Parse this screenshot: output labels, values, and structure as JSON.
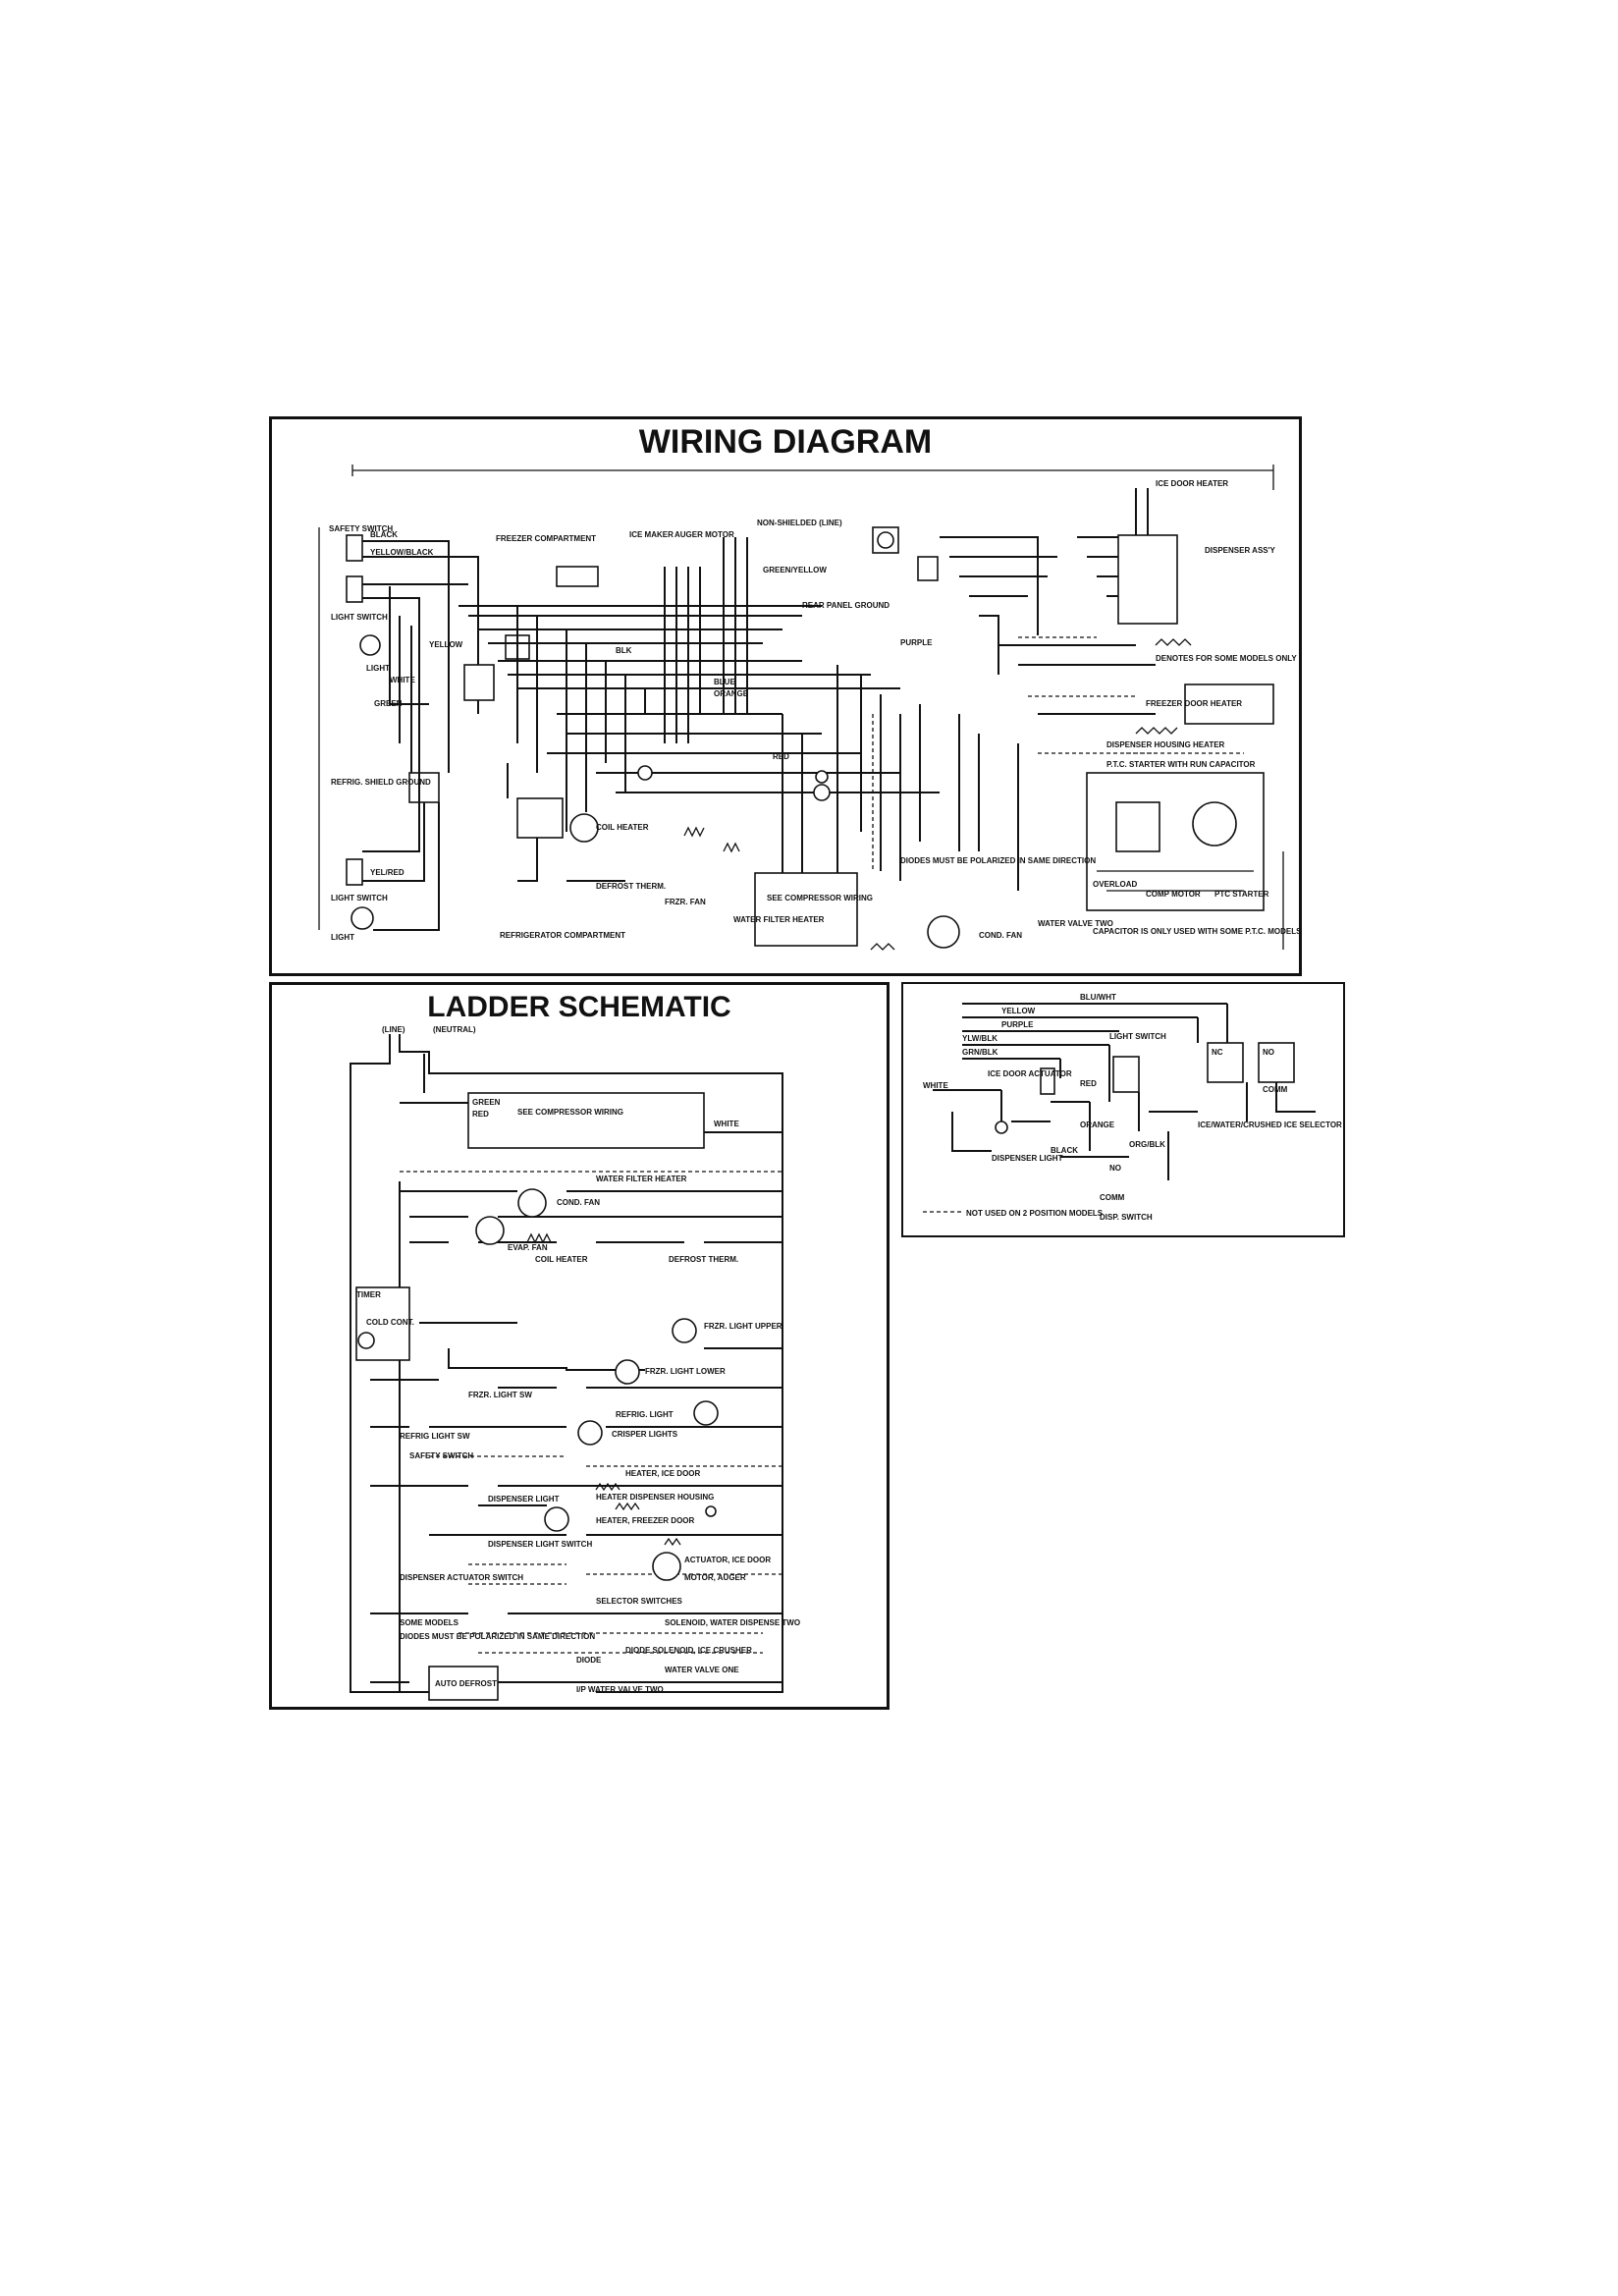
{
  "wiring": {
    "title": "WIRING DIAGRAM",
    "labels": [
      "SAFETY SWITCH",
      "BLACK",
      "YELLOW/BLACK",
      "LIGHT SWITCH",
      "LIGHT",
      "WHITE",
      "GREEN",
      "YELLOW",
      "FREEZER COMPARTMENT",
      "ICE MAKER",
      "AUGER MOTOR",
      "NON-SHIELDED (LINE)",
      "GREEN/YELLOW",
      "REAR PANEL GROUND",
      "BLK",
      "PURPLE",
      "BLUE",
      "ORANGE",
      "RED",
      "COIL HEATER",
      "DEFROST THERM.",
      "FRZR. FAN",
      "REFRIG. SHIELD GROUND",
      "YEL/RED",
      "LIGHT SWITCH",
      "LIGHT",
      "REFRIGERATOR COMPARTMENT",
      "WATER FILTER HEATER",
      "SEE COMPRESSOR WIRING",
      "COND. FAN",
      "DIODES MUST BE POLARIZED IN SAME DIRECTION",
      "ICE DOOR HEATER",
      "DISPENSER ASS'Y",
      "DENOTES FOR SOME MODELS ONLY",
      "FREEZER DOOR HEATER",
      "DISPENSER HOUSING HEATER",
      "P.T.C. STARTER WITH RUN CAPACITOR",
      "OVERLOAD",
      "COMP MOTOR",
      "PTC STARTER",
      "CAPACITOR IS ONLY USED WITH SOME P.T.C. MODELS.",
      "WATER VALVE TWO"
    ]
  },
  "ladder": {
    "title": "LADDER SCHEMATIC",
    "labels": [
      "(LINE)",
      "(NEUTRAL)",
      "GREEN",
      "RED",
      "SEE COMPRESSOR WIRING",
      "WHITE",
      "WATER FILTER HEATER",
      "COND. FAN",
      "EVAP. FAN",
      "COIL HEATER",
      "DEFROST THERM.",
      "TIMER",
      "COLD CONT.",
      "FRZR. LIGHT UPPER",
      "FRZR. LIGHT LOWER",
      "FRZR. LIGHT SW",
      "REFRIG. LIGHT",
      "REFRIG LIGHT SW",
      "CRISPER LIGHTS",
      "SAFETY SWITCH",
      "HEATER, ICE DOOR",
      "HEATER DISPENSER HOUSING",
      "DISPENSER LIGHT",
      "HEATER, FREEZER DOOR",
      "DISPENSER LIGHT SWITCH",
      "DISPENSER ACTUATOR SWITCH",
      "ACTUATOR, ICE DOOR",
      "MOTOR, AUGER",
      "SELECTOR SWITCHES",
      "SOLENOID, WATER DISPENSE TWO",
      "SOME MODELS",
      "DIODES MUST BE POLARIZED IN SAME DIRECTION",
      "DIODE",
      "DIODE SOLENOID, ICE CRUSHER",
      "WATER VALVE ONE",
      "I/P WATER VALVE TWO",
      "AUTO DEFROST"
    ]
  },
  "inset": {
    "labels": [
      "BLU/WHT",
      "YELLOW",
      "PURPLE",
      "YLW/BLK",
      "GRN/BLK",
      "ICE DOOR ACTUATOR",
      "RED",
      "WHITE",
      "LIGHT SWITCH",
      "NC",
      "NO",
      "COMM",
      "ICE/WATER/CRUSHED ICE SELECTOR",
      "ORANGE",
      "BLACK",
      "DISPENSER LIGHT",
      "ORG/BLK",
      "NO",
      "COMM",
      "DISP. SWITCH",
      "NOT USED ON 2 POSITION MODELS"
    ]
  }
}
